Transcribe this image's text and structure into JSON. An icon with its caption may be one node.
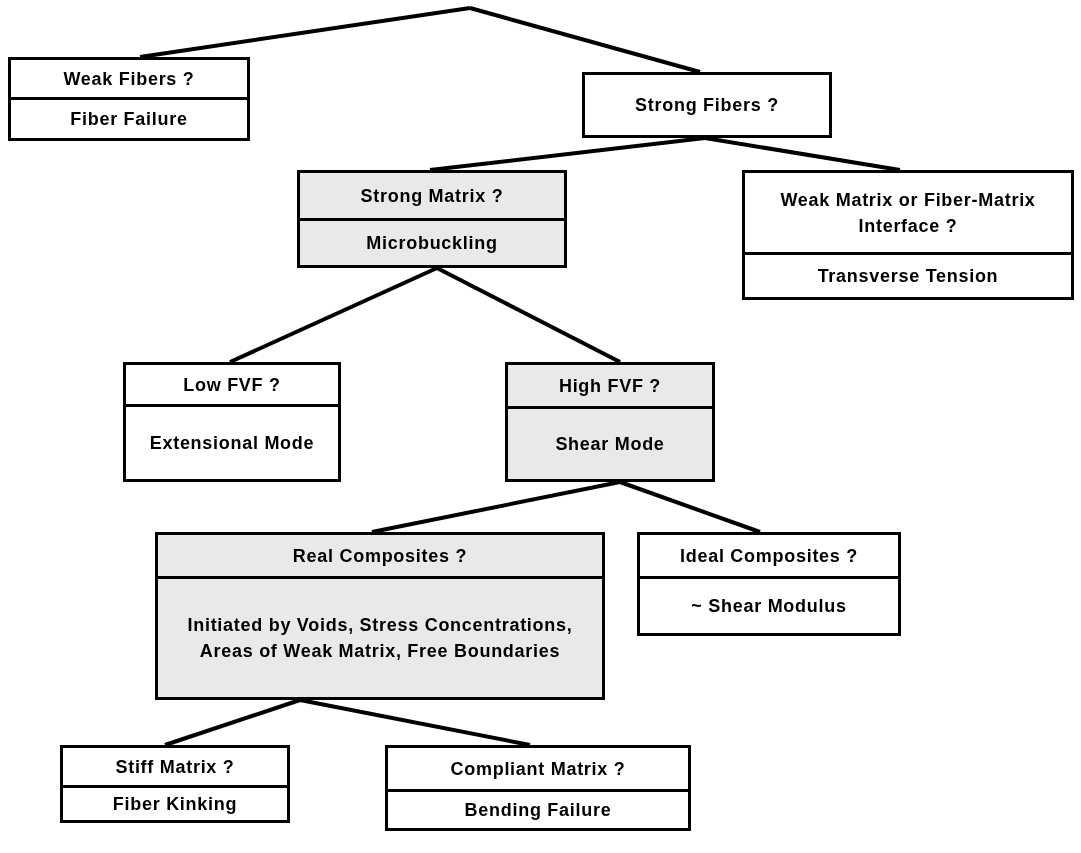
{
  "diagram": {
    "nodes": [
      {
        "text": [
          "Weak Fibers ?",
          "Fiber Failure"
        ]
      },
      {
        "text": [
          "Strong Fibers ?"
        ]
      },
      {
        "text": [
          "Strong Matrix ?",
          "Microbuckling"
        ]
      },
      {
        "text": [
          "Weak Matrix or Fiber-Matrix Interface ?",
          "Transverse Tension"
        ]
      },
      {
        "text": [
          "Low FVF ?",
          "Extensional Mode"
        ]
      },
      {
        "text": [
          "High FVF ?",
          "Shear Mode"
        ]
      },
      {
        "text": [
          "Real Composites ?",
          "Initiated by Voids, Stress Concentrations, Areas of Weak Matrix, Free Boundaries"
        ]
      },
      {
        "text": [
          "Ideal Composites ?",
          "~ Shear Modulus"
        ]
      },
      {
        "text": [
          "Stiff Matrix ?",
          "Fiber Kinking"
        ]
      },
      {
        "text": [
          "Compliant Matrix ?",
          "Bending Failure"
        ]
      }
    ],
    "edges": [
      {
        "from": null,
        "to": 0,
        "arrow": "none"
      },
      {
        "from": null,
        "to": 1,
        "arrow": "none"
      },
      {
        "from": 1,
        "to": 2,
        "arrow": "none"
      },
      {
        "from": 1,
        "to": 3,
        "arrow": "none"
      },
      {
        "from": 2,
        "to": 4,
        "arrow": "none"
      },
      {
        "from": 2,
        "to": 5,
        "arrow": "none"
      },
      {
        "from": 5,
        "to": 6,
        "arrow": "none"
      },
      {
        "from": 5,
        "to": 7,
        "arrow": "none"
      },
      {
        "from": 6,
        "to": 8,
        "arrow": "none"
      },
      {
        "from": 6,
        "to": 9,
        "arrow": "none"
      }
    ]
  }
}
